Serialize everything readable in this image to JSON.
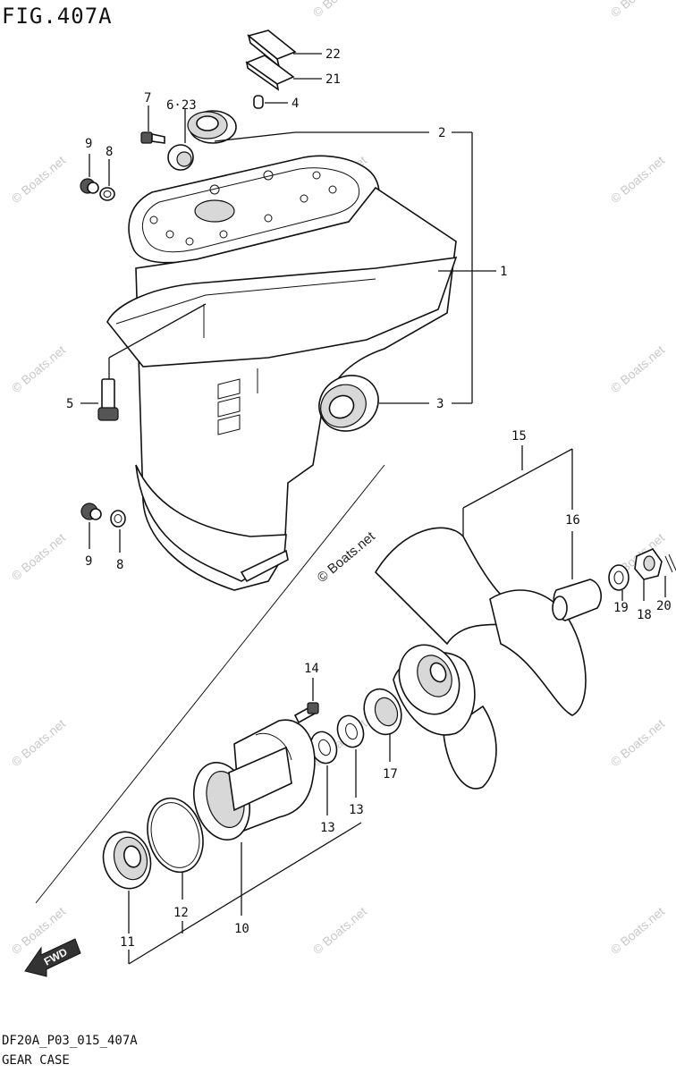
{
  "figure": {
    "title": "FIG.407A"
  },
  "footer": {
    "code": "DF20A_P03_015_407A",
    "caption": "GEAR CASE"
  },
  "watermark": {
    "text": "© Boats.net",
    "center_text": "© Boats.net"
  },
  "fwd_arrow": {
    "text": "FWD"
  },
  "callouts": {
    "n1": "1",
    "n2": "2",
    "n3": "3",
    "n4": "4",
    "n5": "5",
    "n6_23": "6·23",
    "n7": "7",
    "n8a": "8",
    "n8b": "8",
    "n9a": "9",
    "n9b": "9",
    "n10": "10",
    "n11": "11",
    "n12": "12",
    "n13a": "13",
    "n13b": "13",
    "n14": "14",
    "n15": "15",
    "n16": "16",
    "n17": "17",
    "n18": "18",
    "n19": "19",
    "n20": "20",
    "n21": "21",
    "n22": "22"
  }
}
